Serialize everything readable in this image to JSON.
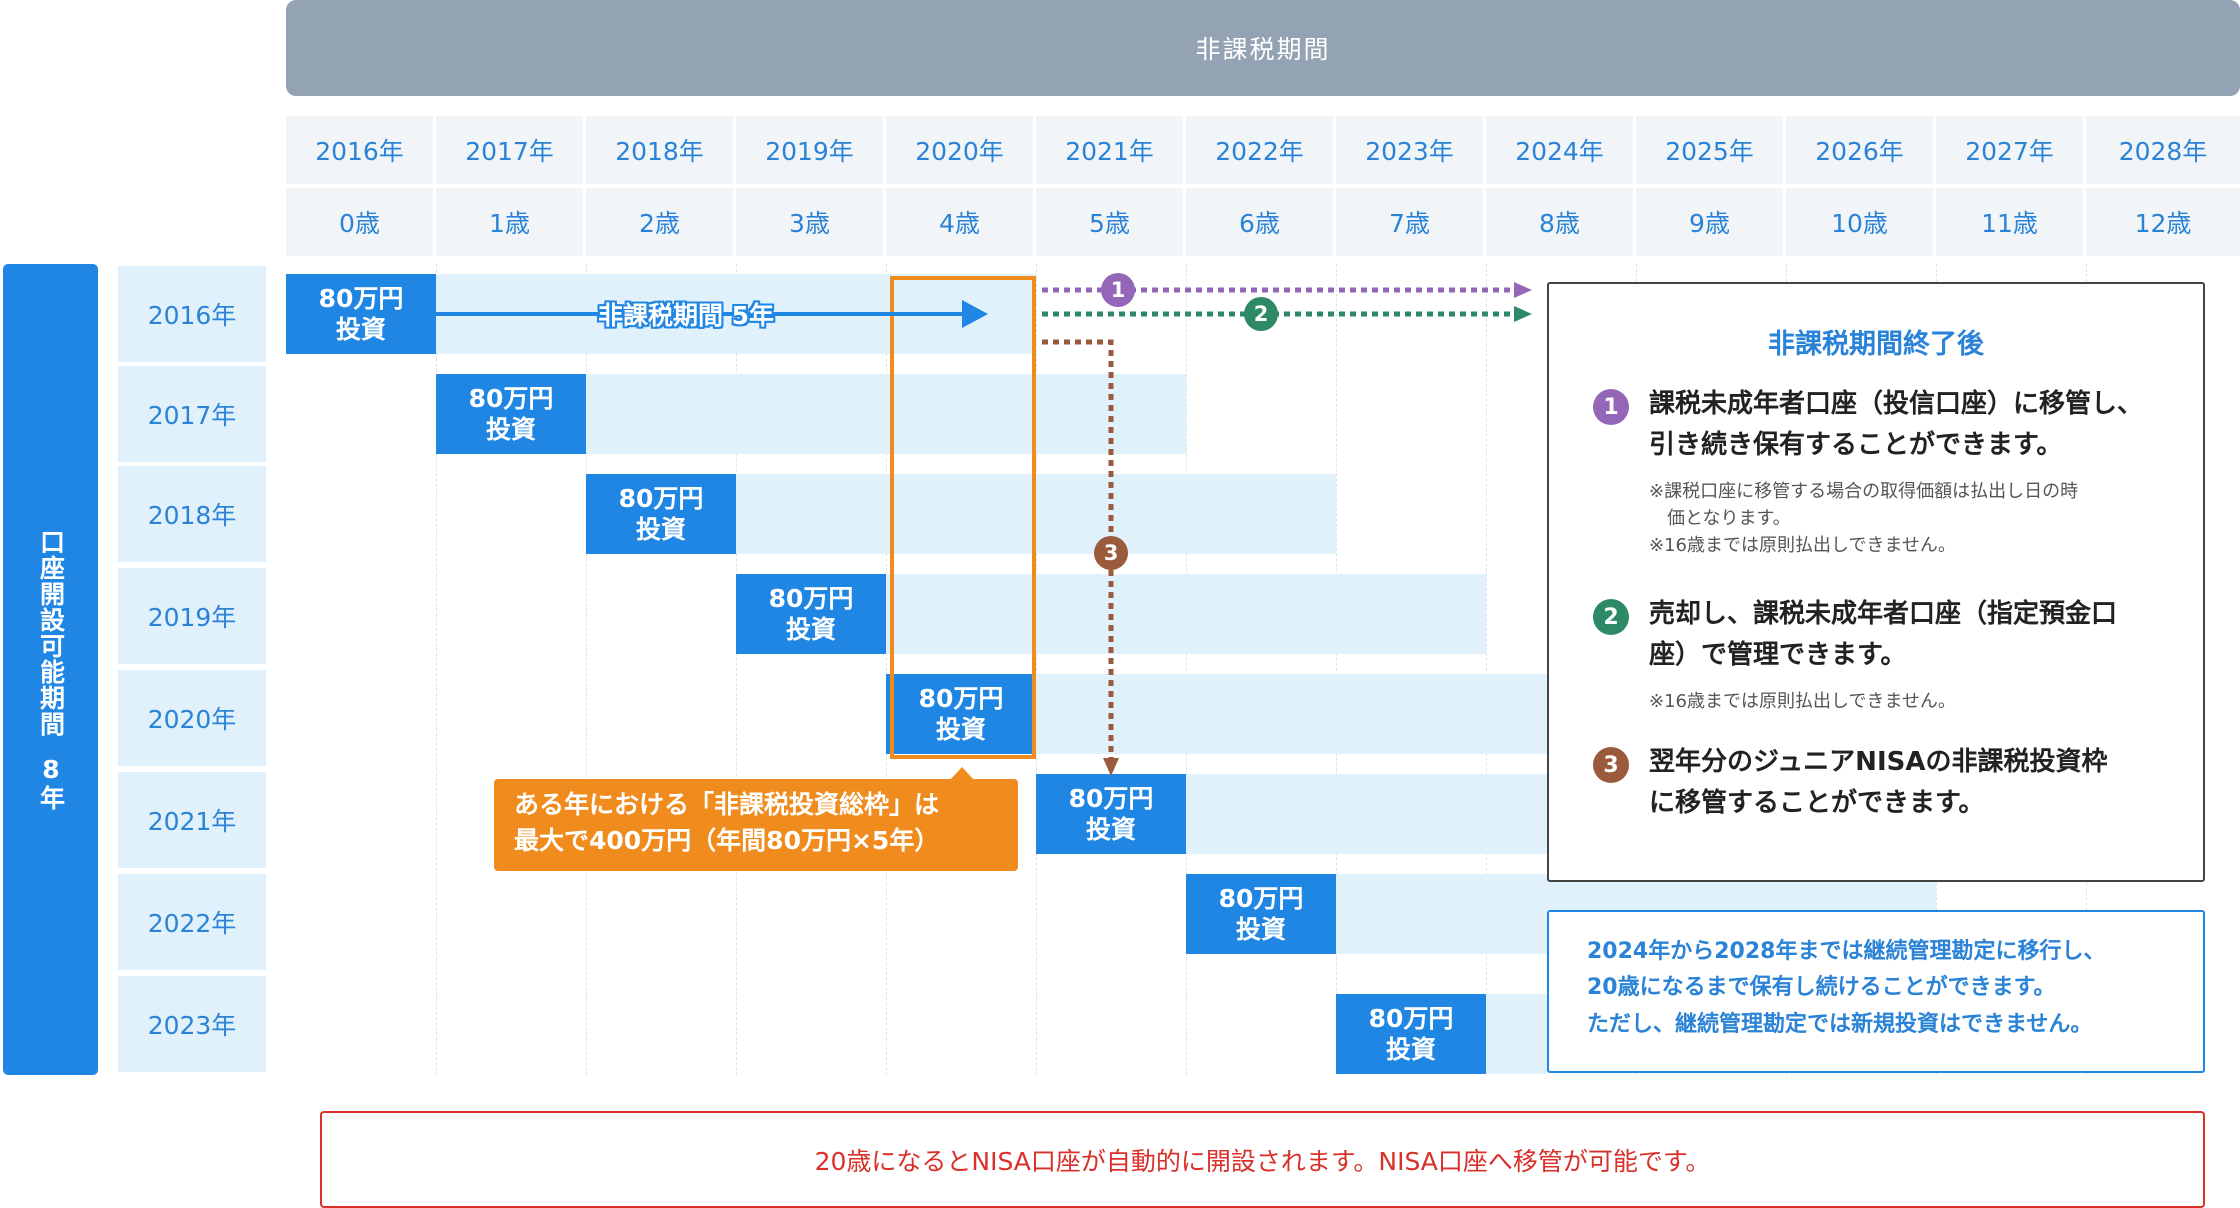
{
  "header": {
    "title": "非課税期間"
  },
  "years": [
    "2016年",
    "2017年",
    "2018年",
    "2019年",
    "2020年",
    "2021年",
    "2022年",
    "2023年",
    "2024年",
    "2025年",
    "2026年",
    "2027年",
    "2028年"
  ],
  "ages": [
    "0歳",
    "1歳",
    "2歳",
    "3歳",
    "4歳",
    "5歳",
    "6歳",
    "7歳",
    "8歳",
    "9歳",
    "10歳",
    "11歳",
    "12歳"
  ],
  "left_bar": {
    "label": "口座開設可能期間",
    "period": "8年"
  },
  "rows": [
    {
      "year": "2016年",
      "invest": "80万円",
      "invest2": "投資"
    },
    {
      "year": "2017年",
      "invest": "80万円",
      "invest2": "投資"
    },
    {
      "year": "2018年",
      "invest": "80万円",
      "invest2": "投資"
    },
    {
      "year": "2019年",
      "invest": "80万円",
      "invest2": "投資"
    },
    {
      "year": "2020年",
      "invest": "80万円",
      "invest2": "投資"
    },
    {
      "year": "2021年",
      "invest": "80万円",
      "invest2": "投資"
    },
    {
      "year": "2022年",
      "invest": "80万円",
      "invest2": "投資"
    },
    {
      "year": "2023年",
      "invest": "80万円",
      "invest2": "投資"
    }
  ],
  "arrow_label": "非課税期間 5年",
  "markers": {
    "m1": "1",
    "m2": "2",
    "m3": "3"
  },
  "callout": {
    "line1": "ある年における「非課税投資総枠」は",
    "line2": "最大で400万円（年間80万円×5年）"
  },
  "info": {
    "title": "非課税期間終了後",
    "items": [
      {
        "num": "1",
        "color": "#9466b8",
        "line1": "課税未成年者口座（投信口座）に移管し、",
        "line2": "引き続き保有することができます。",
        "notes": [
          "※課税口座に移管する場合の取得価額は払出し日の時",
          "価となります。",
          "※16歳までは原則払出しできません。"
        ]
      },
      {
        "num": "2",
        "color": "#2e8a66",
        "line1": "売却し、課税未成年者口座（指定預金口",
        "line2": "座）で管理できます。",
        "notes": [
          "※16歳までは原則払出しできません。"
        ]
      },
      {
        "num": "3",
        "color": "#9a5a3c",
        "line1": "翌年分のジュニアNISAの非課税投資枠",
        "line2": "に移管することができます。",
        "notes": []
      }
    ]
  },
  "blue_note": {
    "line1": "2024年から2028年までは継続管理勘定に移行し、",
    "line2": "20歳になるまで保有し続けることができます。",
    "line3": "ただし、継続管理勘定では新規投資はできません。"
  },
  "footer": {
    "text": "20歳になるとNISA口座が自動的に開設されます。NISA口座へ移管が可能です。"
  },
  "colors": {
    "accent": "#1f86e4",
    "orange": "#f08c1e",
    "purple": "#9466b8",
    "green": "#2e8a66",
    "brown": "#9a5a3c",
    "red": "#d9302a"
  }
}
